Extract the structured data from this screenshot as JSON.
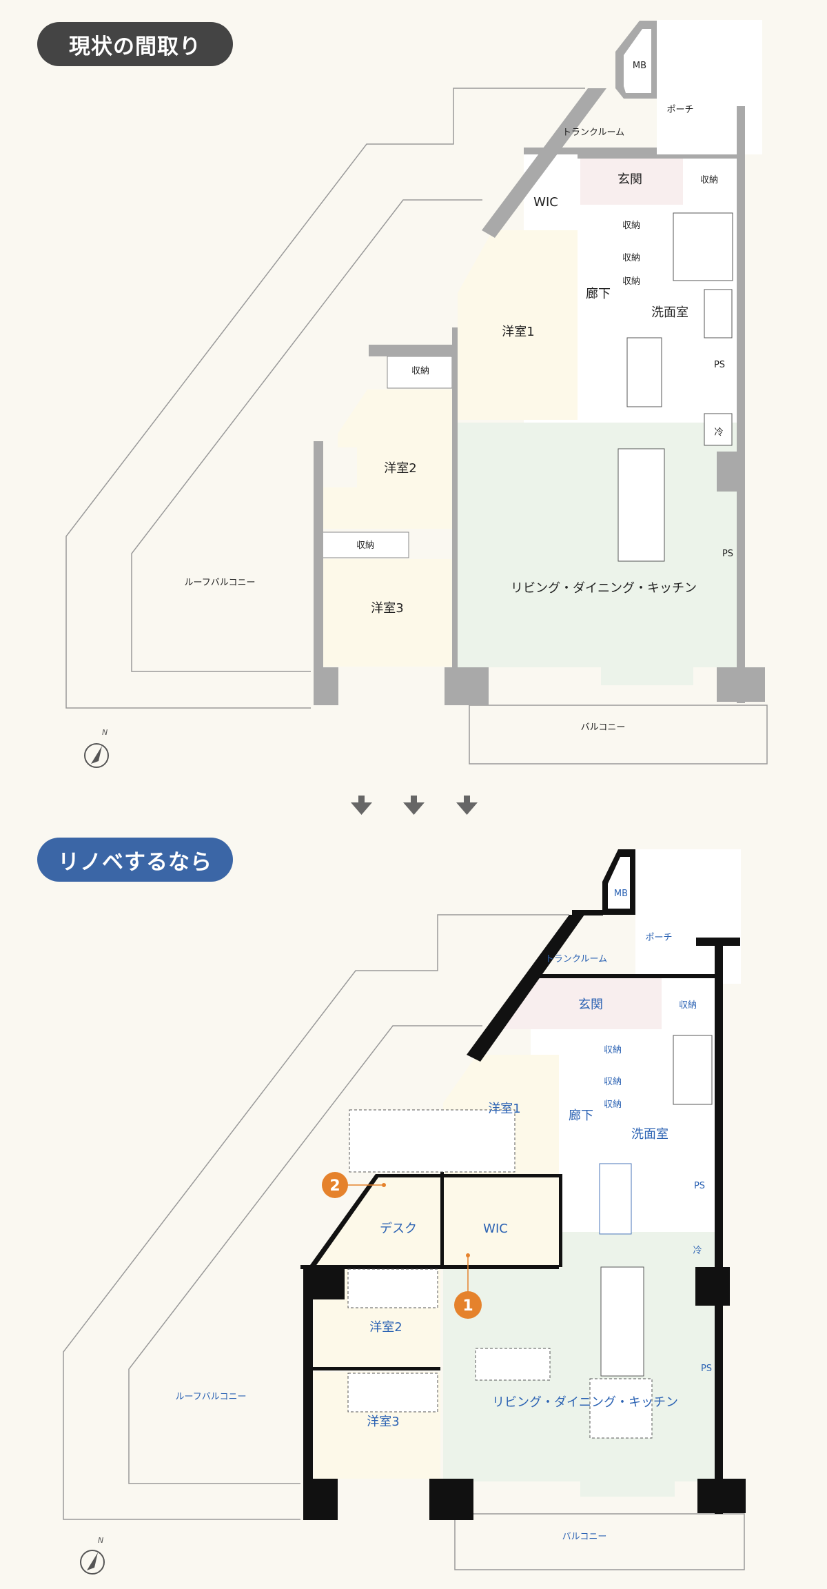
{
  "before": {
    "badge": "現状の間取り",
    "rooms": {
      "mb": "MB",
      "porch": "ポーチ",
      "trunk": "トランクルーム",
      "entrance": "玄関",
      "storage_entrance": "収納",
      "wic": "WIC",
      "storage_a": "収納",
      "storage_b": "収納",
      "storage_c": "収納",
      "hall": "廊下",
      "washroom": "洗面室",
      "bedroom1": "洋室1",
      "storage_bed2": "収納",
      "bedroom2": "洋室2",
      "storage_bed3": "収納",
      "bedroom3": "洋室3",
      "ps1": "PS",
      "ps2": "PS",
      "fridge": "冷",
      "ldk": "リビング・ダイニング・キッチン",
      "roof_balcony": "ルーフバルコニー",
      "balcony": "バルコニー"
    },
    "compass": "N"
  },
  "arrows": [
    "down-arrow",
    "down-arrow",
    "down-arrow"
  ],
  "after": {
    "badge": "リノベするなら",
    "rooms": {
      "mb": "MB",
      "porch": "ポーチ",
      "trunk": "トランクルーム",
      "entrance": "玄関",
      "storage_entrance": "収納",
      "storage_a": "収納",
      "storage_b": "収納",
      "storage_c": "収納",
      "hall": "廊下",
      "washroom": "洗面室",
      "bedroom1": "洋室1",
      "desk": "デスク",
      "wic": "WIC",
      "bedroom2": "洋室2",
      "bedroom3": "洋室3",
      "ps1": "PS",
      "ps2": "PS",
      "fridge": "冷",
      "ldk": "リビング・ダイニング・キッチン",
      "roof_balcony": "ルーフバルコニー",
      "balcony": "バルコニー"
    },
    "markers": [
      "1",
      "2"
    ],
    "compass": "N"
  },
  "colors": {
    "accent_orange": "#e5822c",
    "label_blue": "#2b62b3",
    "badge_dark": "#444444",
    "badge_blue": "#3b66a6"
  }
}
